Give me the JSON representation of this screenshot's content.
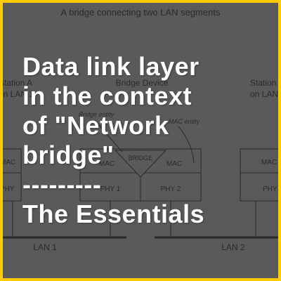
{
  "diagram": {
    "caption": "A bridge connecting two LAN segments",
    "station_a": [
      "Station A",
      "on LAN 1"
    ],
    "station_b": [
      "Station",
      "on LAN"
    ],
    "bridge_device": "Bridge Device",
    "bridge_entity": "Bridge entity",
    "mac_entity": "MAC entity",
    "bridge_label": "BRIDGE",
    "mac_left": "MAC",
    "mac_right": "MAC",
    "mac_a": "MAC",
    "mac_b": "MAC",
    "phy_left": "PHY 1",
    "phy_right": "PHY 2",
    "phy_a": "PHY",
    "phy_b": "PHY",
    "lan1": "LAN 1",
    "lan2": "LAN 2"
  },
  "overlay": {
    "lines": [
      "Data link layer",
      "in the context",
      "of \"Network",
      "bridge\"",
      "---------",
      "The Essentials"
    ]
  },
  "colors": {
    "border": "#ffcc00",
    "background": "#5a5a5a",
    "overlay_text": "#ffffff"
  }
}
